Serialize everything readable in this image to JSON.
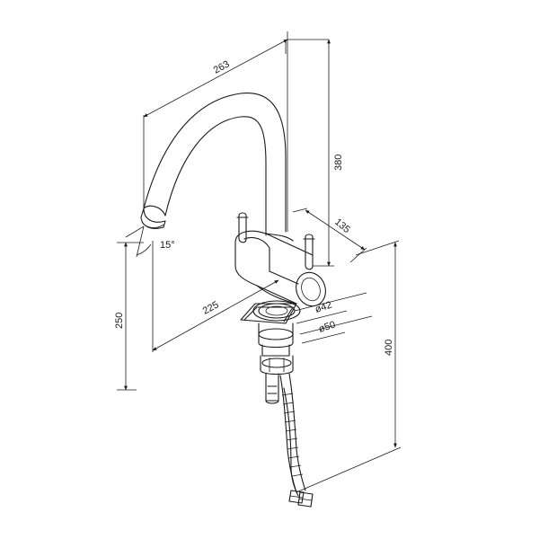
{
  "dimensions": {
    "width_263": "263",
    "height_380": "380",
    "depth_135": "135",
    "angle_15": "15°",
    "height_250": "250",
    "reach_225": "225",
    "diam_42": "ø42",
    "diam_50": "ø50",
    "height_400": "400"
  },
  "colors": {
    "line": "#1a1a1a",
    "background": "#ffffff"
  }
}
